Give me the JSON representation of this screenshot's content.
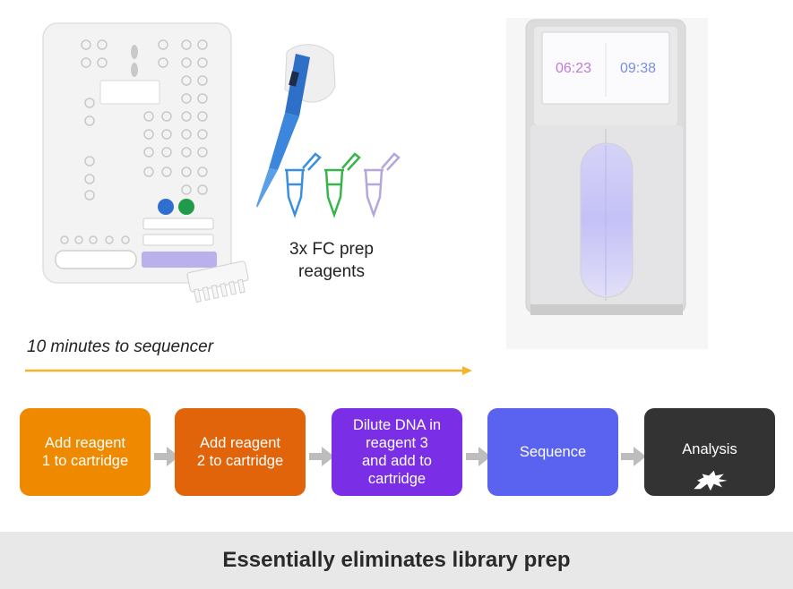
{
  "reagent_label": "3x FC prep\nreagents",
  "timing_text": "10 minutes to sequencer",
  "device_screen": {
    "time_left": "06:23",
    "time_right": "09:38"
  },
  "steps": [
    {
      "label": "Add reagent\n1 to cartridge",
      "color": "#ef8a00"
    },
    {
      "label": "Add reagent\n2 to cartridge",
      "color": "#e2640a"
    },
    {
      "label": "Dilute DNA in\nreagent 3\nand add to\ncartridge",
      "color": "#7a2fe6"
    },
    {
      "label": "Sequence",
      "color": "#5a63f0"
    },
    {
      "label": "Analysis",
      "color": "#333333"
    }
  ],
  "arrow_color": "#bdbdbd",
  "timeline_color": "#f5b52a",
  "banner_text": "Essentially eliminates library prep"
}
